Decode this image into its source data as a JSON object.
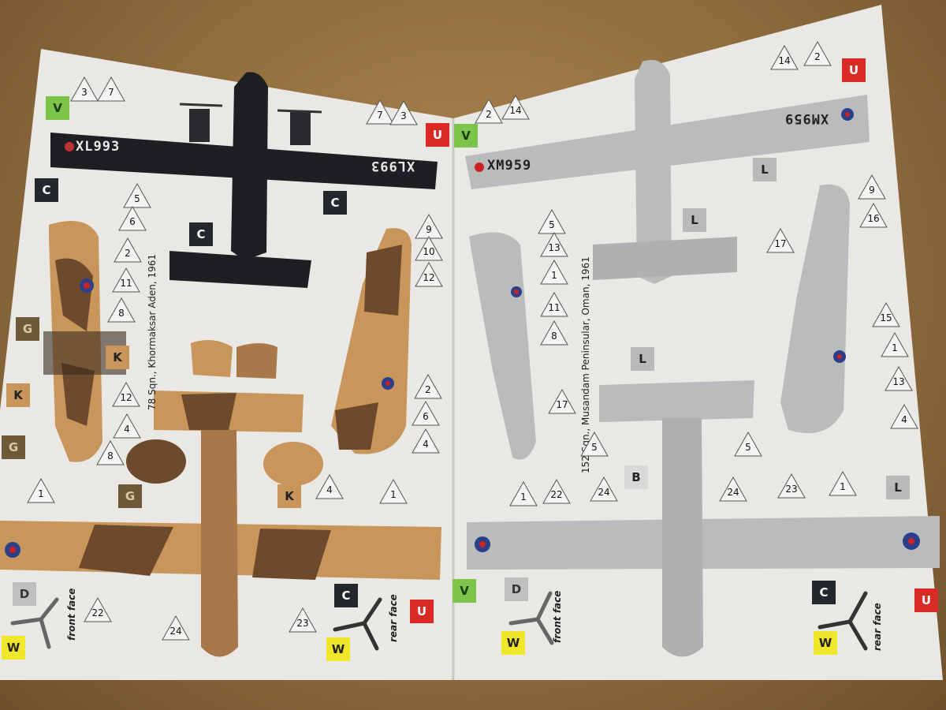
{
  "left_page": {
    "caption": "78 Sqn., Khormaksar Aden, 1961",
    "serial": "XL993",
    "front_face_label": "front face",
    "rear_face_label": "rear face"
  },
  "right_page": {
    "caption": "152 Sqn., Musandam Peninsular, Oman, 1961",
    "serial": "XM959",
    "front_face_label": "front face",
    "rear_face_label": "rear face"
  },
  "colors": {
    "paper": "#ecebe8",
    "sand": "#c8955a",
    "dark_earth": "#6e4a2c",
    "black_camo": "#1e1f22",
    "light_grey": "#b9bbbd",
    "swatch_V": "#7cc44a",
    "swatch_U": "#d92a25",
    "swatch_W": "#f2e62a",
    "swatch_C": "#24272c",
    "swatch_L": "#b9b9b9",
    "swatch_K": "#c8955a",
    "swatch_G": "#6e5a3a",
    "swatch_B": "#d8d8d8",
    "swatch_D": "#bfbfbf"
  },
  "swatches": [
    {
      "label": "V"
    },
    {
      "label": "U"
    },
    {
      "label": "C"
    },
    {
      "label": "C"
    },
    {
      "label": "C"
    },
    {
      "label": "G"
    },
    {
      "label": "K"
    },
    {
      "label": "K"
    },
    {
      "label": "G"
    },
    {
      "label": "K"
    },
    {
      "label": "G"
    },
    {
      "label": "D"
    },
    {
      "label": "W"
    },
    {
      "label": "C"
    },
    {
      "label": "W"
    },
    {
      "label": "U"
    },
    {
      "label": "V"
    },
    {
      "label": "U"
    },
    {
      "label": "L"
    },
    {
      "label": "L"
    },
    {
      "label": "L"
    },
    {
      "label": "B"
    },
    {
      "label": "L"
    },
    {
      "label": "V"
    },
    {
      "label": "D"
    },
    {
      "label": "W"
    },
    {
      "label": "C"
    },
    {
      "label": "W"
    },
    {
      "label": "U"
    }
  ],
  "markers": [
    "3",
    "7",
    "7",
    "3",
    "5",
    "6",
    "2",
    "11",
    "8",
    "12",
    "4",
    "8",
    "1",
    "9",
    "10",
    "12",
    "2",
    "6",
    "4",
    "4",
    "1",
    "22",
    "24",
    "23",
    "14",
    "2",
    "2",
    "14",
    "5",
    "13",
    "1",
    "11",
    "8",
    "17",
    "9",
    "16",
    "17",
    "15",
    "1",
    "13",
    "4",
    "5",
    "5",
    "1",
    "22",
    "24",
    "24",
    "23",
    "1"
  ]
}
